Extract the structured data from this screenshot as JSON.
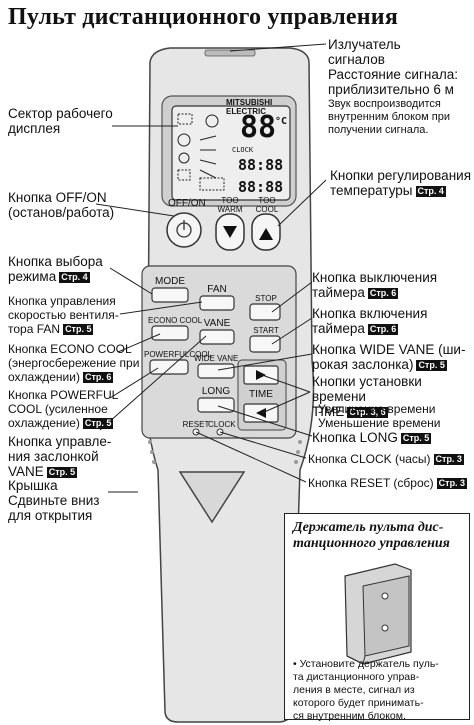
{
  "title": "Пульт дистанционного управления",
  "page_tag_color": "#111111",
  "labels": {
    "emitter": "Излучатель\nсигналов\nРасстояние сигнала:\nприблизительно 6 м",
    "emitter_note": "Звук воспроизводится\nвнутренним блоком при\nполучении сигнала.",
    "display": "Сектор рабочего\nдисплея",
    "temp_buttons": "Кнопки регулирования\nтемпературы",
    "temp_page": "Стр. 4",
    "offon": "Кнопка OFF/ON\n(останов/работа)",
    "mode": "Кнопка выбора\nрежима",
    "mode_page": "Стр. 4",
    "timer_off": "Кнопка выключения\nтаймера",
    "timer_off_page": "Стр. 6",
    "fan": "Кнопка управления\nскоростью вентиля-\nтора FAN",
    "fan_page": "Стр. 5",
    "timer_on": "Кнопка включения\nтаймера",
    "timer_on_page": "Стр. 6",
    "econo": "Кнопка ECONO COOL\n(энергосбережение при\nохлаждении)",
    "econo_page": "Стр. 6",
    "wide_vane": "Кнопка WIDE VANE (ши-\nрокая заслонка)",
    "wide_vane_page": "Стр. 5",
    "time_set": "Кнопки установки времени\nTIME",
    "time_set_page": "Стр. 3, 6",
    "time_up": "Увеличение времени",
    "time_down": "Уменьшение времени",
    "powerful": "Кнопка POWERFUL\nCOOL (усиленное\nохлаждение)",
    "powerful_page": "Стр. 5",
    "long": "Кнопка LONG",
    "long_page": "Стр. 5",
    "vane": "Кнопка управле-\nния заслонкой\nVANE",
    "vane_page": "Стр. 5",
    "clock": "Кнопка CLOCK (часы)",
    "clock_page": "Стр. 3",
    "cover": "Крышка\nСдвиньте вниз\nдля открытия",
    "reset": "Кнопка RESET (сброс)",
    "reset_page": "Стр. 3"
  },
  "remote": {
    "brand": "MITSUBISHI\nELECTRIC",
    "offon": "OFF/ON",
    "too_warm": "TOO\nWARM",
    "too_cool": "TOO\nCOOL",
    "mode": "MODE",
    "fan": "FAN",
    "vane": "VANE",
    "econo_cool": "ECONO COOL",
    "powerful_cool": "POWERFULCOOL",
    "wide_vane": "WIDE VANE",
    "long": "LONG",
    "stop": "STOP",
    "start": "START",
    "time": "TIME",
    "reset": "RESET",
    "clock": "CLOCK",
    "lcd_temp": "88",
    "lcd_temp_unit": "°C",
    "lcd_clock_label": "CLOCK",
    "lcd_time1": "88:88",
    "lcd_time2": "88:88"
  },
  "holder": {
    "title": "Держатель пульта дис-\nтанционного управления",
    "note": "• Установите держатель пуль-\nта дистанционного управ-\nления в месте, сигнал из\nкоторого будет принимать-\nся внутренним блоком."
  }
}
